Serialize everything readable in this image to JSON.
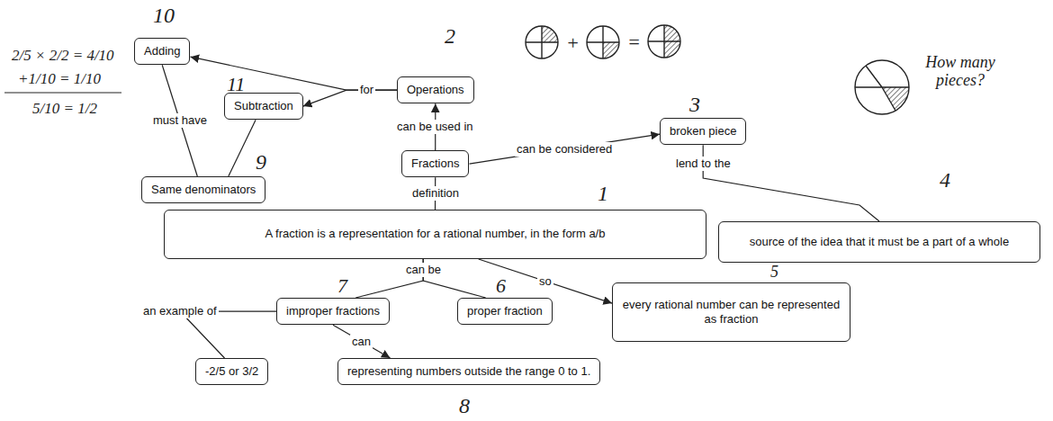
{
  "diagram": {
    "nodes": [
      {
        "text": [
          "Adding"
        ]
      },
      {
        "text": [
          "Operations"
        ]
      },
      {
        "text": [
          "Subtraction"
        ]
      },
      {
        "text": [
          "broken piece"
        ]
      },
      {
        "text": [
          "Fractions"
        ]
      },
      {
        "text": [
          "Same denominators"
        ]
      },
      {
        "text": [
          "A fraction is a representation for a rational number, in the form a/b"
        ]
      },
      {
        "text": [
          "source of the idea that it must be a part of a whole"
        ]
      },
      {
        "text": [
          "every rational number can be represented as fraction"
        ]
      },
      {
        "text": [
          "improper fractions"
        ]
      },
      {
        "text": [
          "proper fraction"
        ]
      },
      {
        "text": [
          "-2/5 or 3/2"
        ]
      },
      {
        "text": [
          "representing numbers outside the range 0 to 1."
        ]
      }
    ],
    "edges": [
      {
        "from": 1,
        "to": 0,
        "arrow": "to",
        "label": "for"
      },
      {
        "from": 1,
        "to": 2,
        "arrow": "to"
      },
      {
        "from": 4,
        "to": 1,
        "arrow": "to",
        "label": "can be used in"
      },
      {
        "from": 4,
        "to": 3,
        "arrow": "to",
        "label": "can be considered"
      },
      {
        "from": 3,
        "to": 7,
        "arrow": "none",
        "label": "lend to the"
      },
      {
        "from": 0,
        "to": 5,
        "arrow": "none",
        "label": "must have"
      },
      {
        "from": 2,
        "to": 5,
        "arrow": "none"
      },
      {
        "from": 4,
        "to": 6,
        "arrow": "none",
        "label": "definition"
      },
      {
        "from": 6,
        "to": 9,
        "arrow": "none",
        "label": "can be"
      },
      {
        "from": 6,
        "to": 10,
        "arrow": "none"
      },
      {
        "from": 6,
        "to": 8,
        "arrow": "to",
        "label": "so"
      },
      {
        "from": 9,
        "to": 12,
        "arrow": "to",
        "label": "can"
      },
      {
        "from": 11,
        "to": 9,
        "arrow": "none",
        "label": "an example of"
      }
    ],
    "labels": [
      "10",
      "2",
      "11",
      "3",
      "4",
      "9",
      "1",
      "5",
      "7",
      "6",
      "8",
      "2/5 × 2/2 = 4/10",
      "+1/10 = 1/10",
      "5/10 = 1/2",
      "+",
      "=",
      "How many pieces?"
    ]
  }
}
